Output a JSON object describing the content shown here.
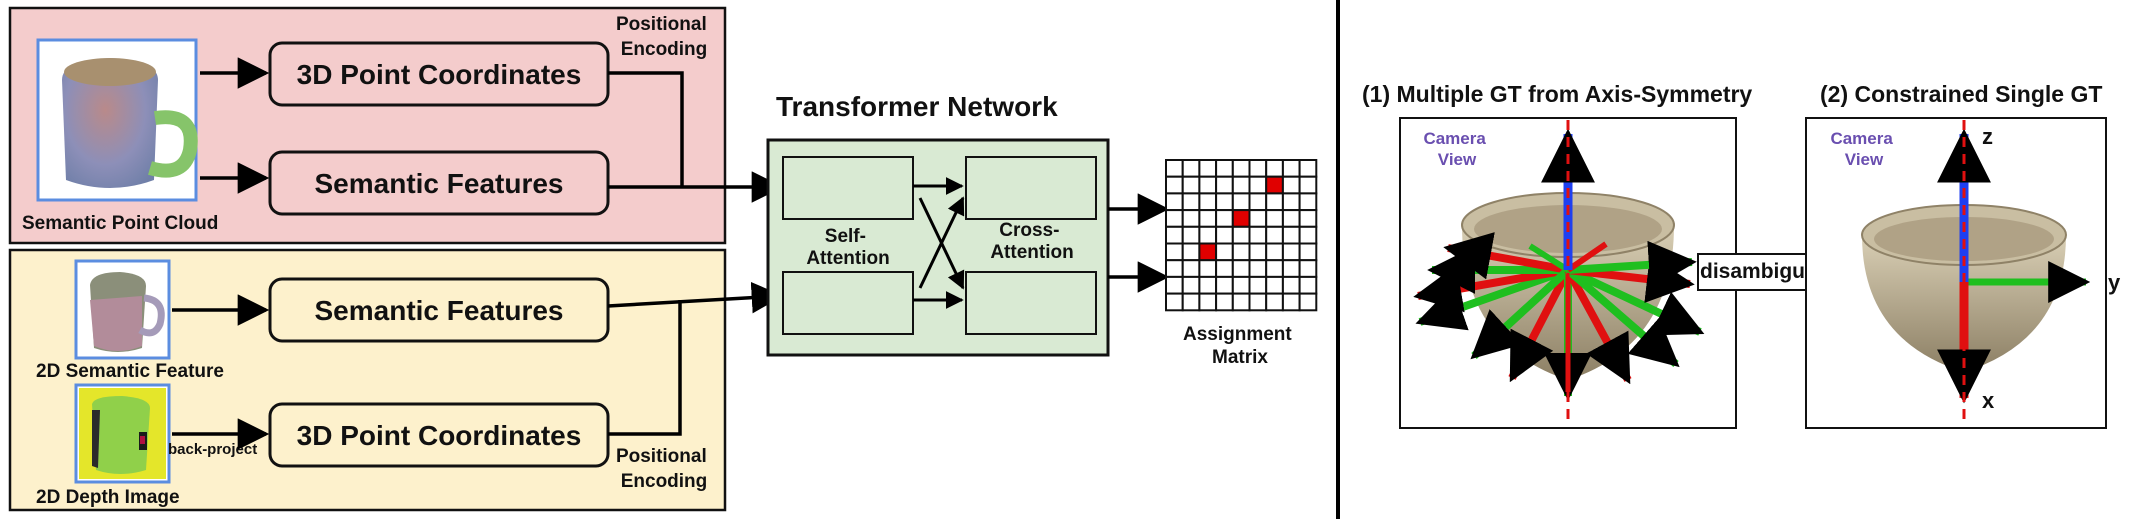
{
  "top_panel": {
    "color": "#f4cccc",
    "image_caption": "Semantic Point Cloud",
    "box1_label": "3D Point Coordinates",
    "box2_label": "Semantic Features",
    "pe_line1": "Positional",
    "pe_line2": "Encoding"
  },
  "bottom_panel": {
    "color": "#fdf1cc",
    "box1_label": "Semantic Features",
    "box2_label": "3D Point Coordinates",
    "image1_caption": "2D Semantic Feature",
    "image2_caption": "2D Depth Image",
    "backproject_label": "back-project",
    "pe_line1": "Positional",
    "pe_line2": "Encoding"
  },
  "transformer": {
    "title": "Transformer Network",
    "color": "#d9ead3",
    "self_line1": "Self-",
    "self_line2": "Attention",
    "cross_line1": "Cross-",
    "cross_line2": "Attention"
  },
  "assignment": {
    "line1": "Assignment",
    "line2": "Matrix",
    "highlight_color": "#e00000"
  },
  "right": {
    "title1": "(1) Multiple GT from Axis-Symmetry",
    "title2": "(2) Constrained Single GT",
    "camera_line1": "Camera",
    "camera_line2": "View",
    "camera_color": "#6a4fb0",
    "disambiguate": "disambiguate",
    "axis_z": "z",
    "axis_y": "y",
    "axis_x": "x"
  }
}
